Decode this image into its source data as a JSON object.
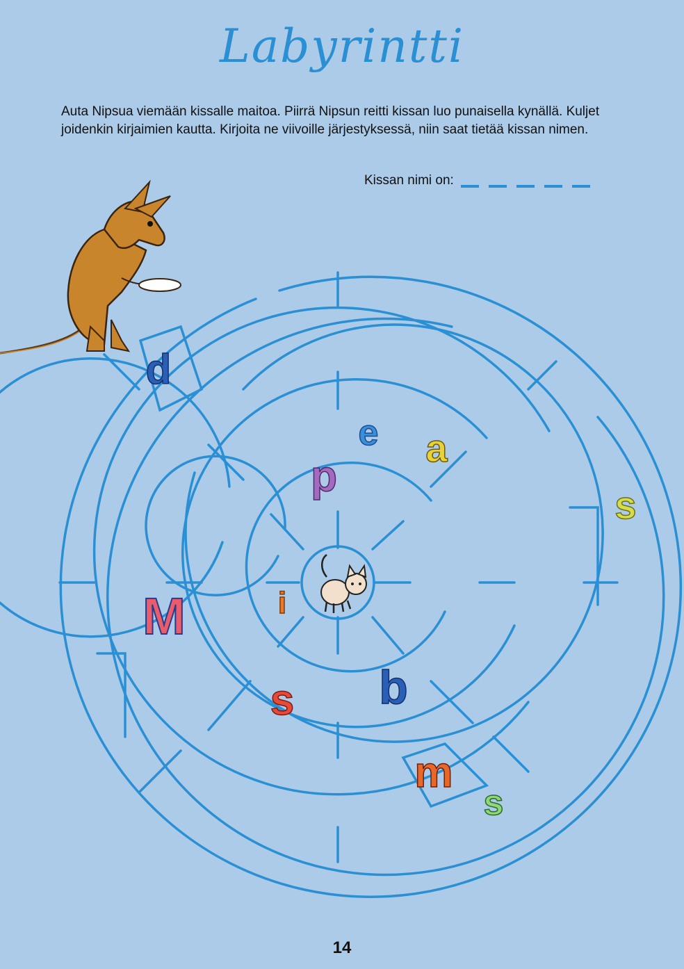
{
  "title": "Labyrintti",
  "instructions": "Auta Nipsua viemään kissalle maitoa. Piirrä Nipsun reitti kissan luo punaisella kynällä. Kuljet joidenkin kirjaimien kautta. Kirjoita ne viivoille järjestyksessä, niin saat tietää kissan nimen.",
  "answer": {
    "label": "Kissan nimi on:",
    "blank_count": 5
  },
  "page_number": "14",
  "maze_letters": [
    "d",
    "e",
    "a",
    "p",
    "s",
    "i",
    "M",
    "s",
    "b",
    "m",
    "s"
  ],
  "colors": {
    "maze_line": "#2b8fd4",
    "background": "#abcbe9"
  }
}
